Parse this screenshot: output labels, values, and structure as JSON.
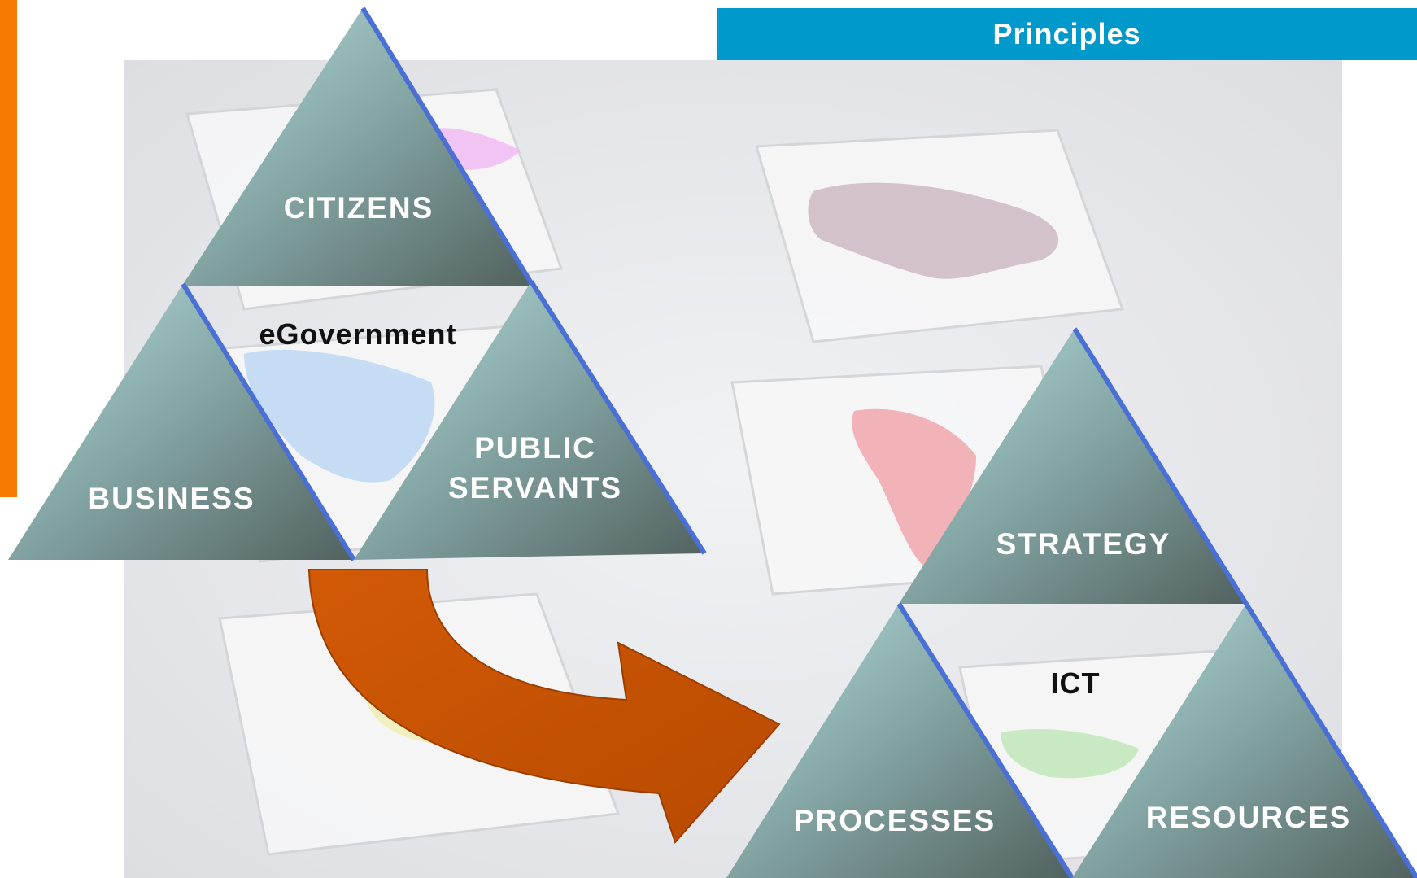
{
  "header": {
    "title": "Principles"
  },
  "colors": {
    "accent_orange": "#f57c00",
    "header_blue": "#0099cc",
    "arrow_orange": "#c24e00",
    "triangle_light": "#a9cfd0",
    "triangle_dark": "#596a68",
    "triangle_edge": "#4a6fd6"
  },
  "egov_triad": {
    "center_label": "eGovernment",
    "top": "CITIZENS",
    "left": "BUSINESS",
    "right_line1": "PUBLIC",
    "right_line2": "SERVANTS"
  },
  "ict_triad": {
    "center_label": "ICT",
    "top": "STRATEGY",
    "left": "PROCESSES",
    "right": "RESOURCES"
  },
  "icons": {
    "arrow": "curved-arrow-icon",
    "background": "keyboard-globe-image"
  }
}
